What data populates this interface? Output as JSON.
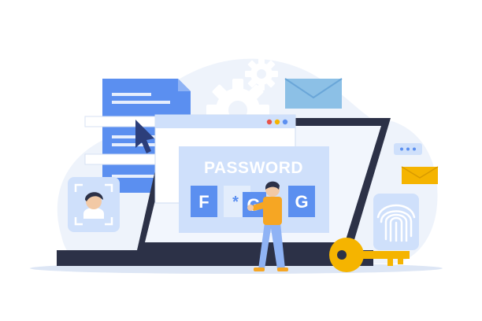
{
  "password_panel": {
    "title": "PASSWORD",
    "keys": [
      "F",
      "*",
      "G",
      "G"
    ]
  },
  "icons": [
    "gear-icon",
    "envelope-icon",
    "document-icon",
    "cursor-arrow-icon",
    "face-id-icon",
    "fingerprint-icon",
    "key-icon",
    "chat-bubble-icon"
  ],
  "colors": {
    "primary_blue": "#5b8ff0",
    "light_blue": "#cfe0fb",
    "laptop_dark": "#2c3147",
    "accent_yellow": "#f5b400",
    "person_shirt": "#f6a623",
    "window_dots": [
      "#e8534a",
      "#f5b400",
      "#5b8ff0"
    ]
  }
}
